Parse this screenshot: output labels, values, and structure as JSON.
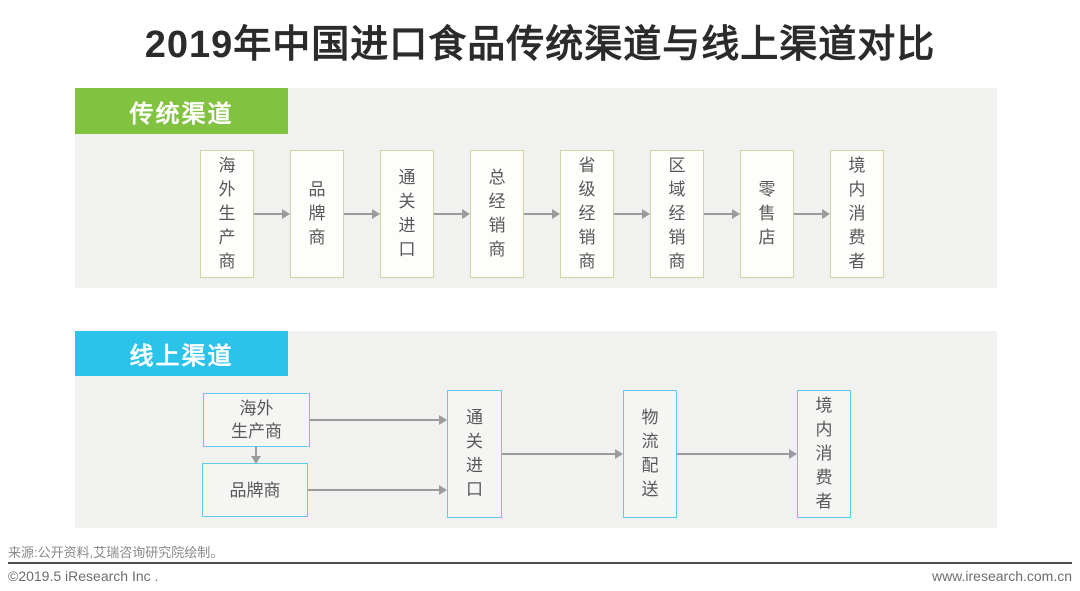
{
  "title": "2019年中国进口食品传统渠道与线上渠道对比",
  "traditional": {
    "header": "传统渠道",
    "steps": [
      "海外生产商",
      "品牌商",
      "通关进口",
      "总经销商",
      "省级经销商",
      "区域经销商",
      "零售店",
      "境内消费者"
    ]
  },
  "online": {
    "header": "线上渠道",
    "overseas": "海外\n生产商",
    "brand": "品牌商",
    "customs": "通关进口",
    "logistics": "物流配送",
    "consumer": "境内消费者"
  },
  "footer": {
    "source": "来源:公开资料,艾瑞咨询研究院绘制。",
    "copyright": "©2019.5 iResearch Inc .",
    "website": "www.iresearch.com.cn"
  },
  "colors": {
    "traditional_accent": "#82c241",
    "online_accent": "#2cc3ea",
    "panel_background": "#f1f1ef",
    "traditional_box_border": "#ccd79d",
    "online_box_border": "#5fcbe9",
    "arrow": "#9b9b9b",
    "title_text": "#2b2b2b",
    "box_text": "#595959"
  }
}
